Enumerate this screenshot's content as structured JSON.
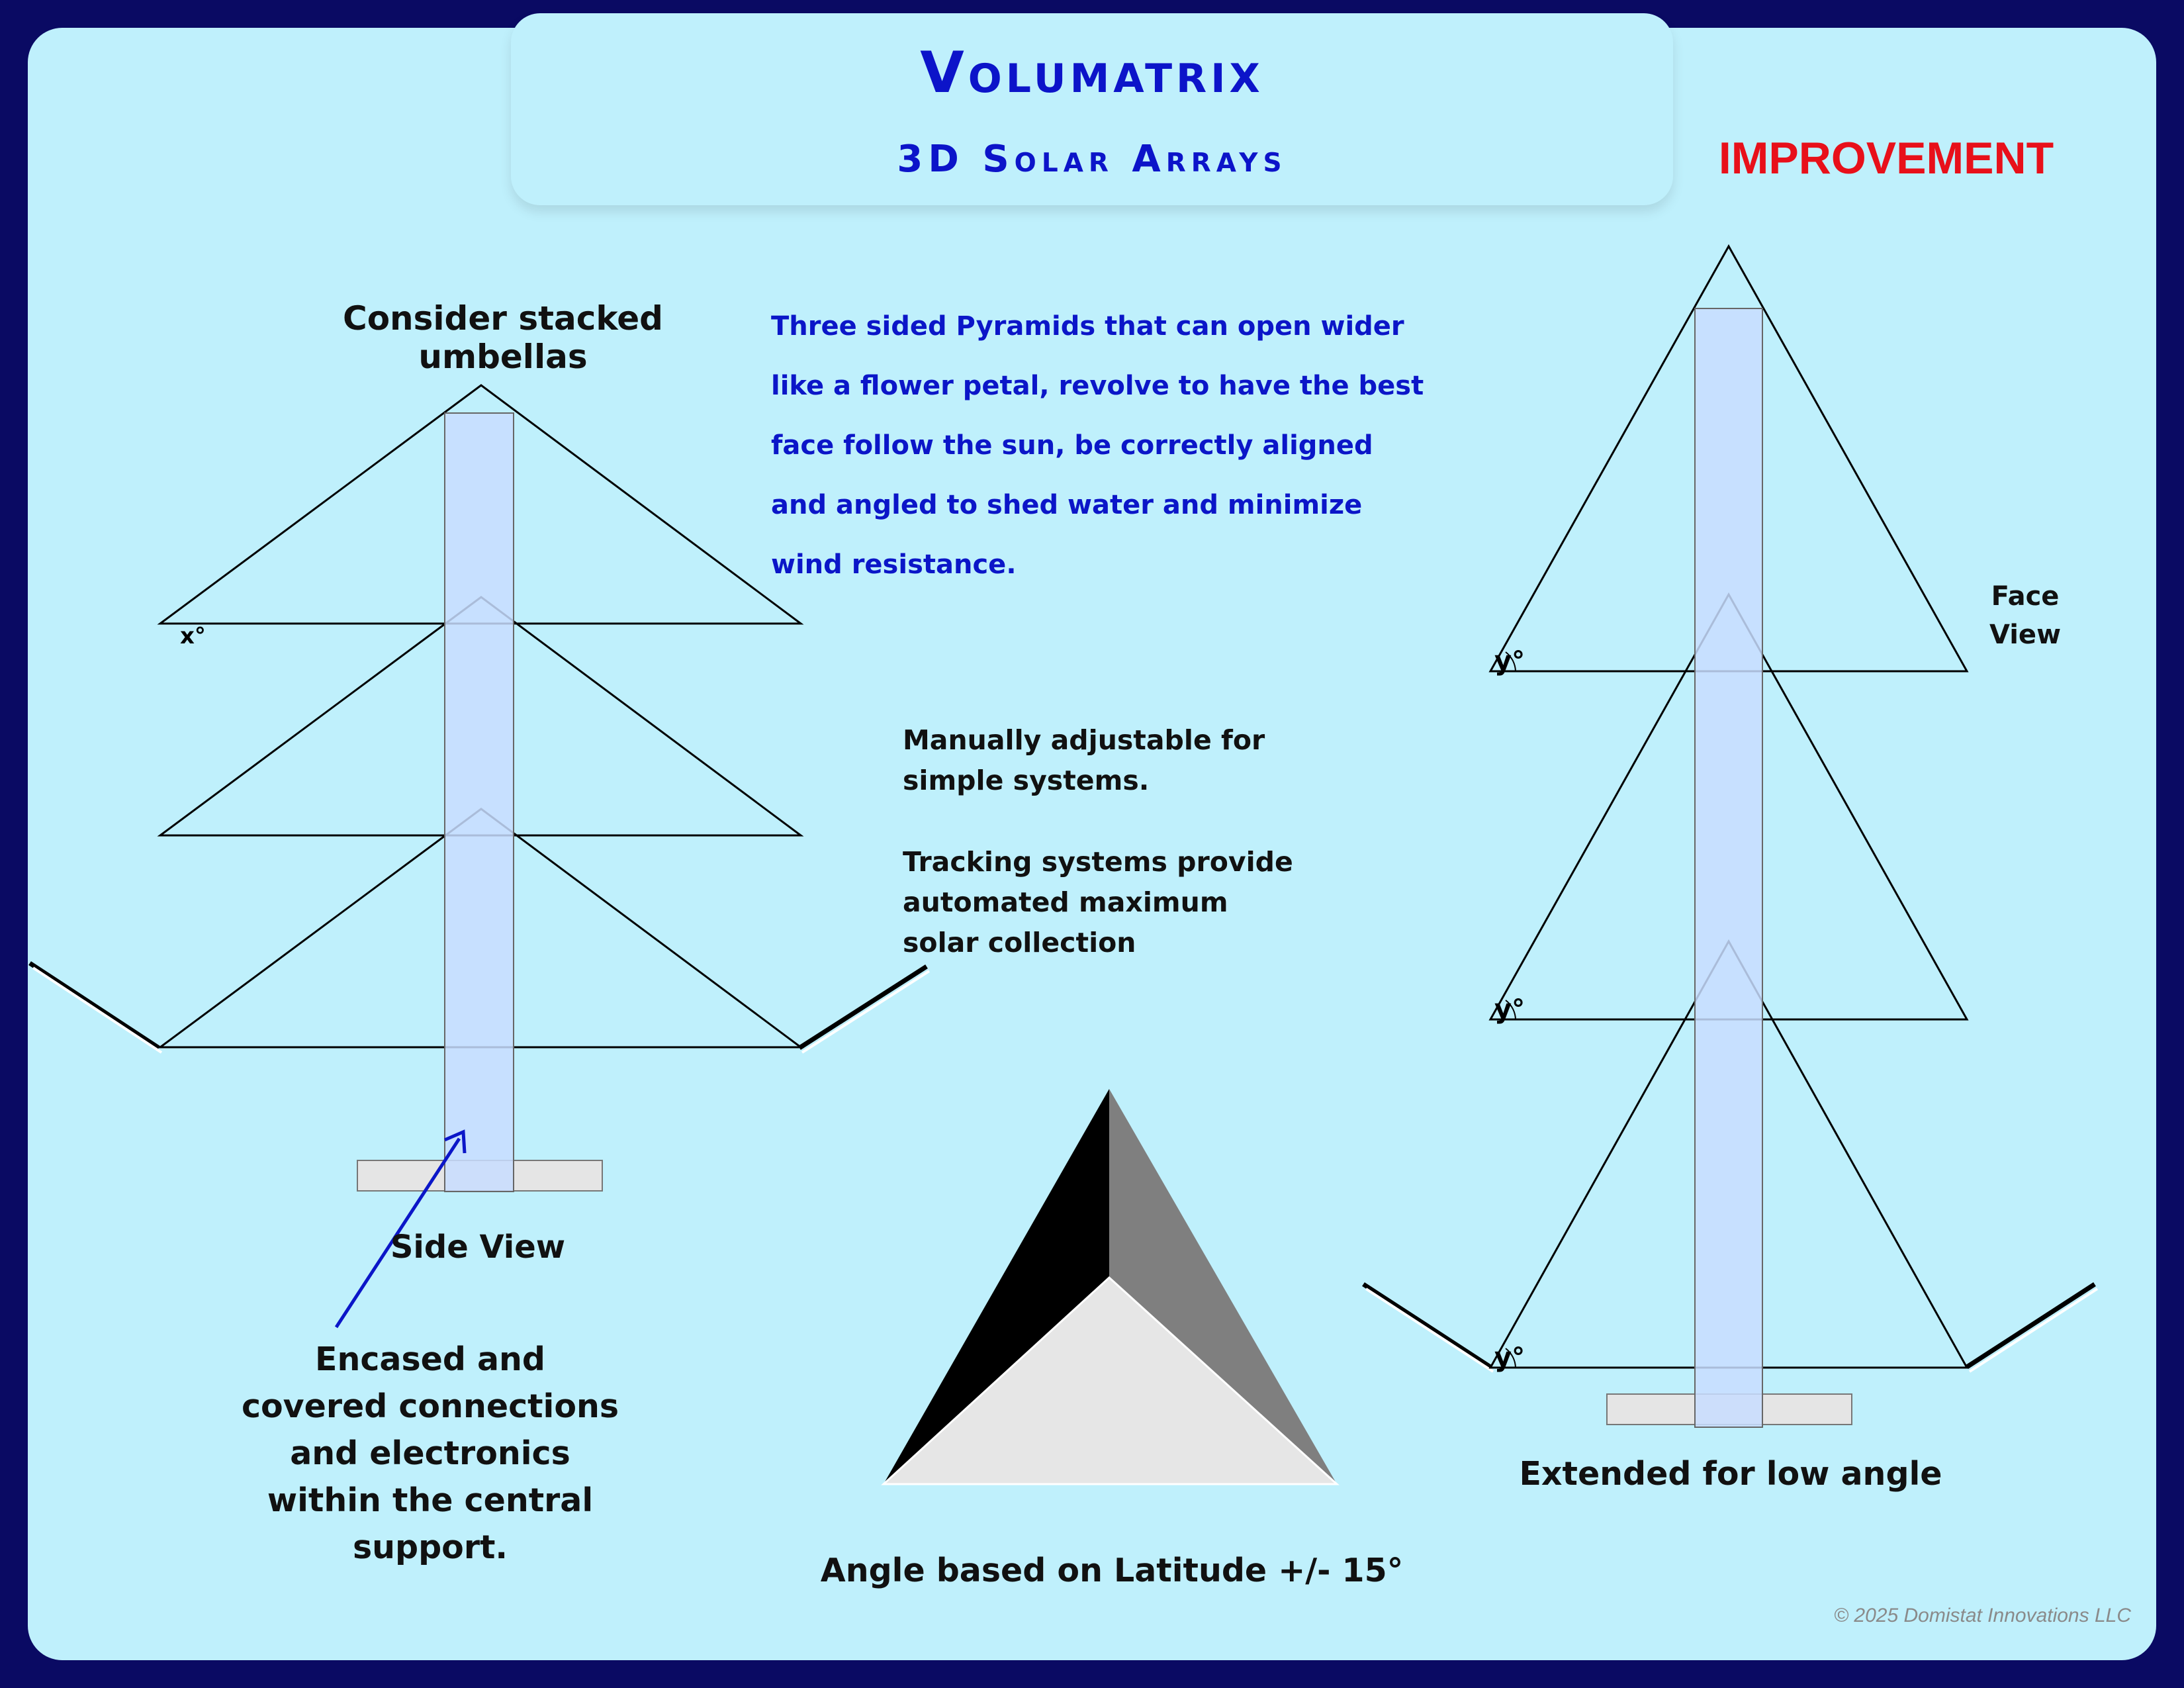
{
  "header": {
    "title": "Volumatrix",
    "subtitle": "3D Solar Arrays",
    "badge": "IMPROVEMENT"
  },
  "side_view": {
    "heading": "Consider stacked umbellas",
    "angle_label": "x°",
    "caption": "Side View",
    "callout": "Encased and covered connections and electronics within the central support."
  },
  "description": "Three sided Pyramids that can open wider like a flower petal, revolve to have the best face follow the sun, be correctly aligned and angled to shed water and minimize wind resistance.",
  "notes": {
    "manual": "Manually adjustable for simple systems.",
    "tracking": "Tracking systems provide automated maximum solar collection"
  },
  "pyramid": {
    "caption": "Angle based on Latitude +/- 15°"
  },
  "face_view": {
    "label": "Face View",
    "angle_label": "y°",
    "caption": "Extended for low angle"
  },
  "footer": {
    "copyright": "© 2025 Domistat Innovations LLC"
  },
  "colors": {
    "background": "#0a0a63",
    "panel": "#bff0fc",
    "title": "#0c14c9",
    "badge": "#e8101a",
    "pole_fill": "#c8ddff",
    "arrow": "#0b16c8"
  }
}
